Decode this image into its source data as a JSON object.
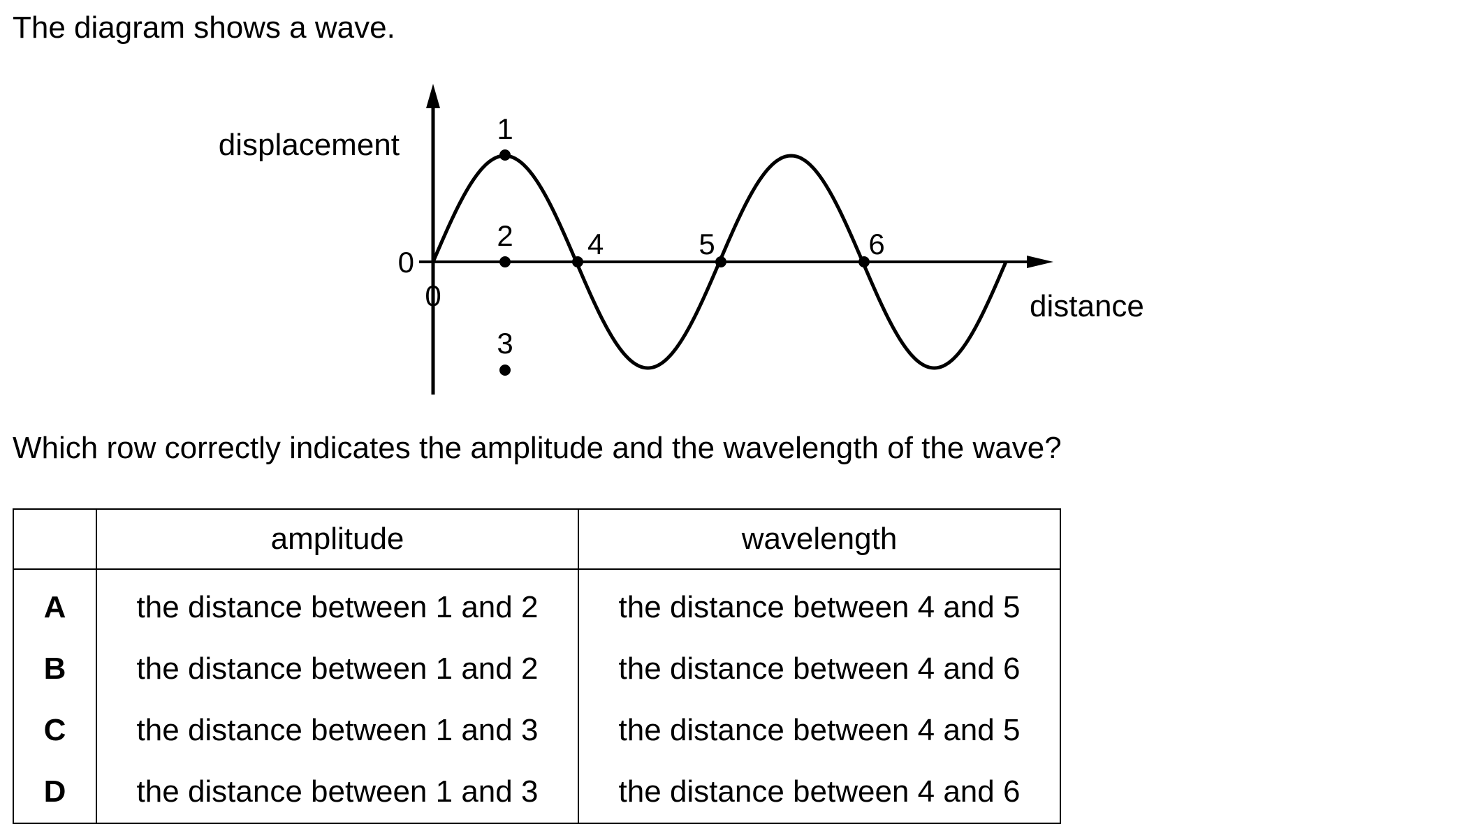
{
  "intro_text": "The diagram shows a wave.",
  "diagram": {
    "y_axis_label": "displacement",
    "x_axis_label": "distance",
    "y_origin_label": "0",
    "x_origin_label": "0",
    "points": [
      {
        "label": "1"
      },
      {
        "label": "2"
      },
      {
        "label": "3"
      },
      {
        "label": "4"
      },
      {
        "label": "5"
      },
      {
        "label": "6"
      }
    ]
  },
  "question_text": "Which row correctly indicates the amplitude and the wavelength of the wave?",
  "table": {
    "headers": [
      "",
      "amplitude",
      "wavelength"
    ],
    "rows": [
      {
        "letter": "A",
        "amplitude": "the distance between 1 and 2",
        "wavelength": "the distance between 4 and 5"
      },
      {
        "letter": "B",
        "amplitude": "the distance between 1 and 2",
        "wavelength": "the distance between 4 and 6"
      },
      {
        "letter": "C",
        "amplitude": "the distance between 1 and 3",
        "wavelength": "the distance between 4 and 5"
      },
      {
        "letter": "D",
        "amplitude": "the distance between 1 and 3",
        "wavelength": "the distance between 4 and 6"
      }
    ]
  }
}
